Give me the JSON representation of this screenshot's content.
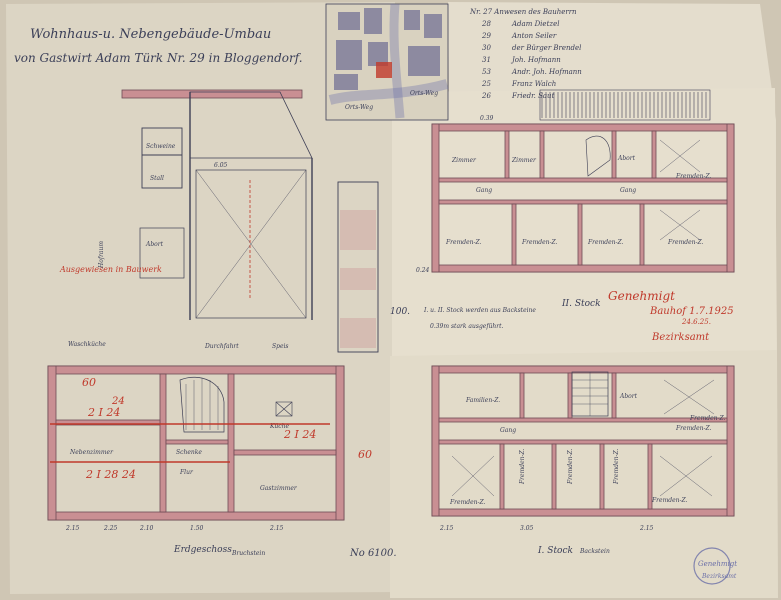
{
  "sheet": {
    "title_line1": "Wohnhaus-u. Nebengebäude-Umbau",
    "title_line2": "von Gastwirt Adam Türk Nr. 29 in Bloggendorf.",
    "sheet_number_mid": "100.",
    "sheet_number_bottom": "No 6100."
  },
  "neighbors_list": {
    "heading": "Nr. 27 Anwesen des Bauherrn",
    "entries": [
      {
        "no": "28",
        "name": "Adam Dietzel"
      },
      {
        "no": "29",
        "name": "Anton Seiler"
      },
      {
        "no": "30",
        "name": "der Bürger Brendel"
      },
      {
        "no": "31",
        "name": "Joh. Hofmann"
      },
      {
        "no": "53",
        "name": "Andr. Joh. Hofmann"
      },
      {
        "no": "25",
        "name": "Franz Walch"
      },
      {
        "no": "26",
        "name": "Friedr. Saut"
      }
    ]
  },
  "site_plan": {
    "street_label_1": "Orts-Weg",
    "street_label_2": "Orts-Weg"
  },
  "ground_floor": {
    "label": "Erdgeschoss",
    "material_note": "Bruchstein",
    "rooms": {
      "schweine": "Schweine",
      "stall": "Stall",
      "abort": "Abort",
      "waschkueche": "Waschküche",
      "durchfahrt": "Durchfahrt",
      "speis": "Speis",
      "kueche": "Küche",
      "flur": "Flur",
      "gastzimmer": "Gastzimmer",
      "nebenzimmer": "Nebenzimmer",
      "schenke": "Schenke"
    },
    "red_notes": [
      "60",
      "2 I 24",
      "2 I 24",
      "24",
      "2 I 28 24",
      "60"
    ],
    "stamp_note": "Hofraum",
    "margin_note": "Ausgewiesen in Bauwerk"
  },
  "dims": {
    "d1": "2.15",
    "d2": "2.25",
    "d3": "2.10",
    "d4": "1.50",
    "d5": "2.15",
    "d6": "6.05",
    "d7": "0.39",
    "d8": "3.05",
    "d9": "0.24"
  },
  "second_floor": {
    "label": "II. Stock",
    "rooms": [
      "Zimmer",
      "Zimmer",
      "Gang",
      "Abort",
      "Fremden-Z.",
      "Fremden-Z.",
      "Fremden-Z.",
      "Fremden-Z.",
      "Gang",
      "Fremden-Z."
    ],
    "note_line1": "I. u. II. Stock werden aus Backsteine",
    "note_line2": "0.39m stark ausgeführt.",
    "approval_red_line1": "Genehmigt",
    "approval_red_line2": "Bauhof 1.7.1925",
    "approval_red_line3": "24.6.25.",
    "approval_red_line4": "Bezirksamt"
  },
  "first_floor": {
    "label": "I. Stock",
    "material_note": "Backstein",
    "rooms": [
      "Familien-Z.",
      "Gang",
      "Fremden-Z.",
      "Fremden-Z.",
      "Fremden-Z.",
      "Fremden-Z.",
      "Fremden-Z.",
      "Fremden-Z.",
      "Fremden-Z.",
      "Abort"
    ],
    "signature_note": "Genehmigt",
    "signature_note_2": "Bezirksamt"
  },
  "colors": {
    "paper_left": "#dcd5c4",
    "paper_right": "#e4ddcd",
    "wall_fill": "#c98f93",
    "ink": "#3e3f55",
    "red_ink": "#c0392b",
    "stamp": "#6b6fa8"
  }
}
